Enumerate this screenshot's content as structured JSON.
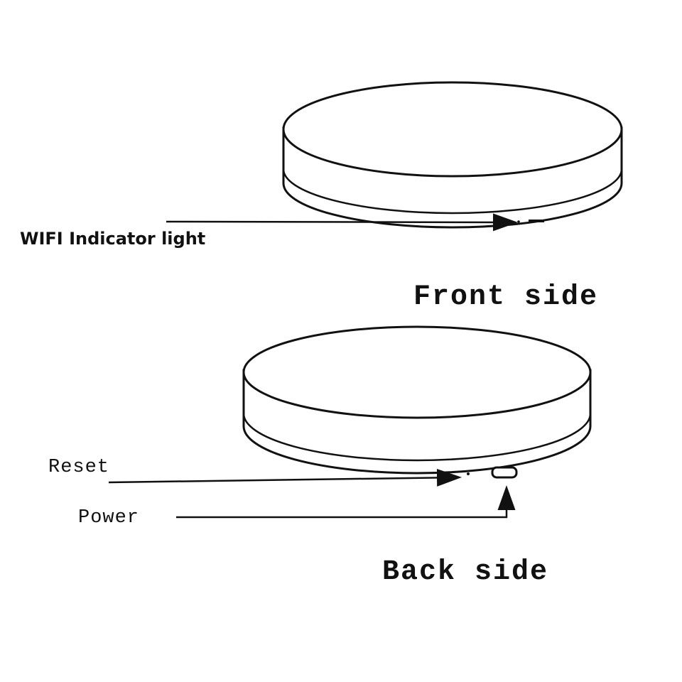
{
  "labels": {
    "wifi_indicator": "WIFI Indicator light",
    "front_side": "Front side",
    "reset": "Reset",
    "power": "Power",
    "back_side": "Back side"
  },
  "colors": {
    "line": "#111111",
    "background": "#ffffff"
  }
}
